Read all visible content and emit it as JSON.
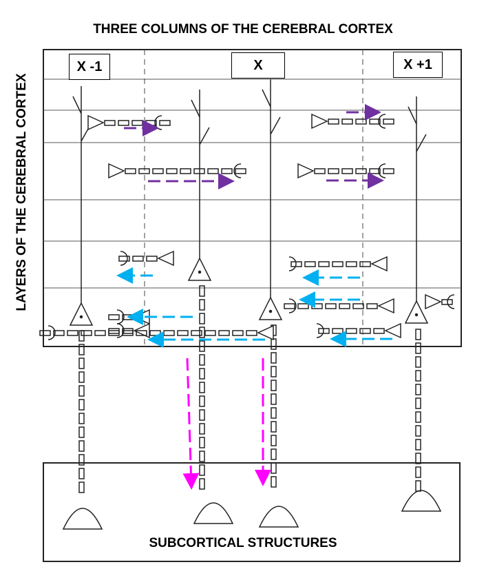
{
  "title": "THREE COLUMNS OF THE CEREBRAL CORTEX",
  "side_label": "LAYERS OF THE CEREBRAL CORTEX",
  "columns": [
    "X -1",
    "X",
    "X +1"
  ],
  "bottom_label": "SUBCORTICAL STRUCTURES",
  "colors": {
    "purple": "#7030a0",
    "blue": "#00b0f0",
    "magenta": "#ff00ff"
  }
}
